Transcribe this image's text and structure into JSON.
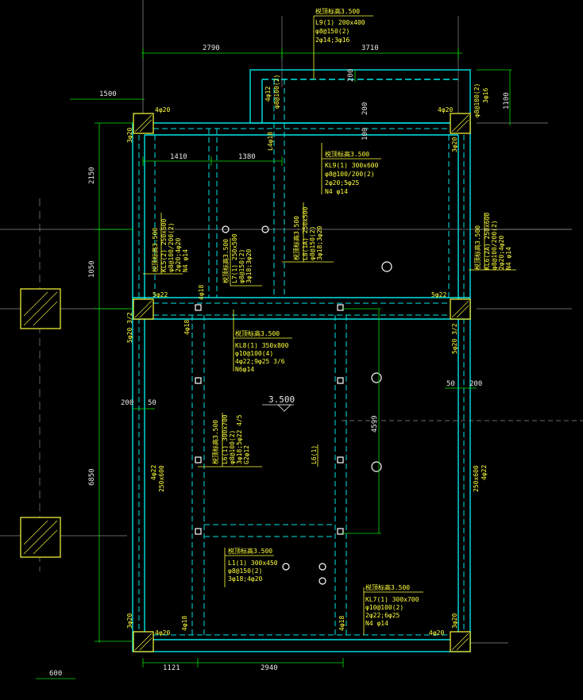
{
  "colors": {
    "background": "#000000",
    "wall": "#00e5e5",
    "dim": "#00e000",
    "text_dim": "#e8e8e8",
    "annotation": "#ffff3c",
    "axis": "#9a9a9a"
  },
  "dims": {
    "top_a": "2790",
    "top_b": "3710",
    "left_offset": "1500",
    "bay_a": "1410",
    "bay_b": "1380",
    "h_a": "2150",
    "h_b": "1050",
    "h_c": "6850",
    "h_c_top": "200",
    "h_c_small": "50",
    "right_a": "50",
    "right_b": "200",
    "upper_200a": "200",
    "upper_200b": "200",
    "upper_100": "100",
    "right_1100": "1100",
    "bottom_a": "1121",
    "bottom_b": "2940",
    "bottom_left": "600",
    "slab_len": "4599"
  },
  "level": {
    "value": "3.500"
  },
  "corner": {
    "tl_top": "4φ20",
    "tl_side": "3φ20",
    "tr_top": "4φ20",
    "tr_side": "3φ20",
    "ml": "5φ22",
    "mr": "5φ22",
    "ml_side": "5φ20 3/2",
    "mr_side": "5φ20 3/2",
    "bl_top": "4φ20",
    "bl_side": "3φ20",
    "br_top": "4φ20",
    "br_side": "3φ20"
  },
  "beams": {
    "l9": [
      "棁顶标高3.500",
      "L9(1) 200x400",
      "φ8@150(2)",
      "2φ14;3φ16"
    ],
    "kl9": [
      "棁顶标高3.500",
      "KL9(1) 300x600",
      "φ8@100/200(2)",
      "2φ20;5φ25",
      "N4 φ14"
    ],
    "kl5": [
      "棁顶标高3.500",
      "KL5(2) 250x600",
      "φ8@100/200(2)",
      "2φ20;4φ20",
      "N4 φ14"
    ],
    "l7": [
      "棁顶标高3.500",
      "L7(1) 250x500",
      "φ8@150(2)",
      "3φ18;3φ20"
    ],
    "l8": [
      "棁顶标高3.500",
      "L8(1A) 250x500",
      "φ8@150(2)",
      "3φ18;3φ20"
    ],
    "kl6": [
      "棁顶标高3.500",
      "KL6(2A) 250x600",
      "φ8@100/200(2)",
      "2φ20;4φ20",
      "N4 φ14"
    ],
    "kl8": [
      "棁顶标高3.500",
      "KL8(1) 350x800",
      "φ10@100(4)",
      "4φ22;9φ25 3/6",
      "N6φ14"
    ],
    "l6": [
      "棁顶标高3.500",
      "L6(1) 300x700",
      "φ8@100(2)",
      "3φ18;5φ22 4/5",
      "G2φ12"
    ],
    "l6_short": "L6(1)",
    "l1": [
      "棁顶标高3.500",
      "L1(1) 300x450",
      "φ8@150(2)",
      "3φ18;4φ20"
    ],
    "kl7": [
      "棁顶标高3.500",
      "KL7(1) 300x700",
      "φ10@100(2)",
      "2φ22;6φ25",
      "N4 φ14"
    ],
    "top_small": [
      "4φ12",
      "φ8@100(2)"
    ],
    "top_right": [
      "φ8@100(2)",
      "3φ16"
    ],
    "left_wall": [
      "4φ22",
      "250x600"
    ],
    "right_wall": [
      "250x600",
      "4φ22"
    ],
    "l_mid": "L4φ18",
    "tag_4_18a": "4φ18",
    "tag_4_18b": "4φ18",
    "tag_4_18c": "4φ18",
    "tag_4_18d": "4φ18"
  }
}
